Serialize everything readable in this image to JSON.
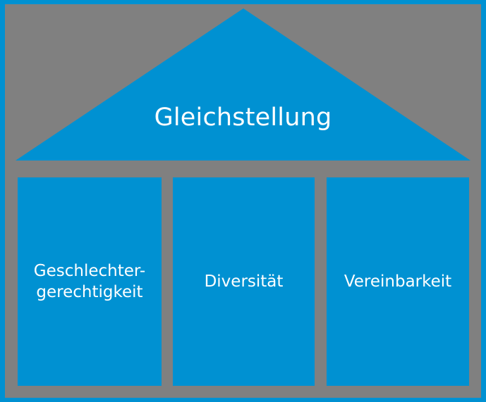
{
  "diagram": {
    "type": "house-pillar-diagram",
    "title": "Gleichstellung",
    "colors": {
      "accent_blue": "#0091d2",
      "background_gray": "#808080",
      "text_white": "#ffffff"
    },
    "roof": {
      "label": "Gleichstellung",
      "shape": "triangle",
      "fill": "#0091d2"
    },
    "pillars": [
      {
        "label": "Geschlechter-\ngerechtigkeit",
        "fill": "#0091d2"
      },
      {
        "label": "Diversität",
        "fill": "#0091d2"
      },
      {
        "label": "Vereinbarkeit",
        "fill": "#0091d2"
      }
    ],
    "frame": {
      "border_color": "#0091d2",
      "fill_color": "#808080"
    }
  }
}
